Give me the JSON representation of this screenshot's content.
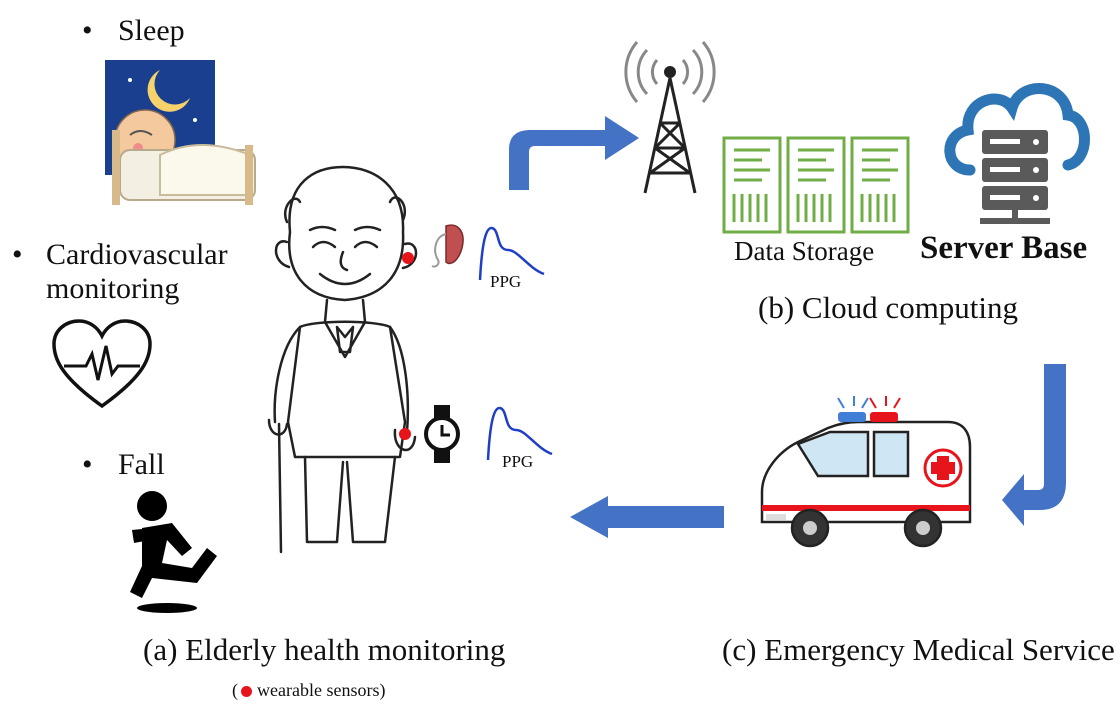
{
  "left_panel": {
    "items": [
      {
        "label": "Sleep"
      },
      {
        "label": "Cardiovascular\nmonitoring"
      },
      {
        "label": "Fall"
      }
    ],
    "ppg_top": "PPG",
    "ppg_bottom": "PPG",
    "caption": "(a) Elderly health monitoring",
    "legend_open": "(",
    "legend_text": "wearable sensors)"
  },
  "cloud_panel": {
    "data_storage_label": "Data Storage",
    "server_label": "Server Base",
    "caption": "(b) Cloud computing"
  },
  "ems_panel": {
    "caption": "(c) Emergency Medical Service"
  },
  "colors": {
    "arrow": "#4472C4",
    "sensor": "#e8141c",
    "ppg_wave": "#1f3fc4",
    "storage_green": "#70ad47",
    "cloud_blue": "#2e75b6",
    "server_gray": "#5a5a5a"
  }
}
